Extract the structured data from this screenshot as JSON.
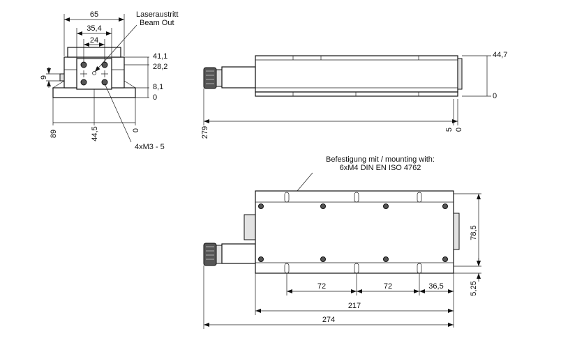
{
  "front_view": {
    "width_label": "65",
    "inner_width_label": "35,4",
    "center_width_label": "24",
    "laser_label_de": "Laseraustritt",
    "laser_label_en": "Beam Out",
    "height_1": "41,1",
    "height_2": "28,2",
    "height_3": "8,1",
    "height_zero": "0",
    "side_9": "9",
    "bottom_89": "89",
    "bottom_44_5": "44,5",
    "bottom_0": "0",
    "screw_callout": "4xM3 - 5"
  },
  "side_view": {
    "height_label": "44,7",
    "zero_right": "0",
    "length_279": "279",
    "end_5": "5",
    "end_0": "0"
  },
  "top_view": {
    "mounting_de": "Befestigung mit / mounting with:",
    "mounting_spec": "6xM4 DIN EN ISO 4762",
    "spacing_1": "72",
    "spacing_2": "72",
    "spacing_3": "36,5",
    "offset_5_25": "5,25",
    "width_78_5": "78,5",
    "length_217": "217",
    "length_274": "274"
  }
}
